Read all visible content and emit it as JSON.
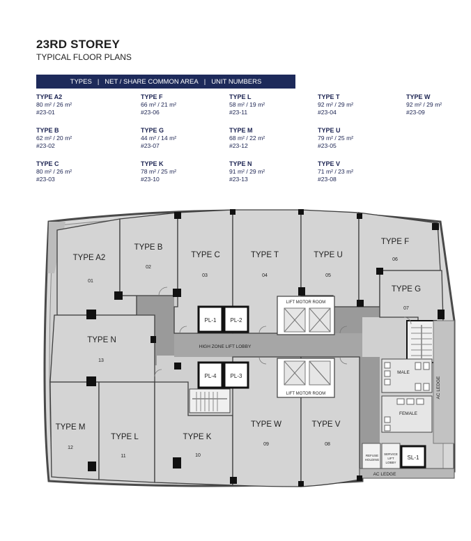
{
  "header": {
    "title": "23RD STOREY",
    "subtitle": "TYPICAL FLOOR PLANS",
    "legend_bar": [
      "TYPES",
      "NET / SHARE COMMON AREA",
      "UNIT NUMBERS"
    ],
    "legend_sep": "|"
  },
  "units": [
    {
      "type": "TYPE A2",
      "area": "80 m² / 26 m²",
      "number": "#23-01"
    },
    {
      "type": "TYPE F",
      "area": "66 m² / 21 m²",
      "number": "#23-06"
    },
    {
      "type": "TYPE L",
      "area": "58 m² / 19 m²",
      "number": "#23-11"
    },
    {
      "type": "TYPE T",
      "area": "92 m² / 29 m²",
      "number": "#23-04"
    },
    {
      "type": "TYPE W",
      "area": "92 m² / 29 m²",
      "number": "#23-09"
    },
    {
      "type": "TYPE B",
      "area": "62 m²  / 20 m²",
      "number": "#23-02"
    },
    {
      "type": "TYPE G",
      "area": "44 m² / 14 m²",
      "number": "#23-07"
    },
    {
      "type": "TYPE M",
      "area": "68 m² / 22 m²",
      "number": "#23-12"
    },
    {
      "type": "TYPE U",
      "area": "79 m² / 25 m²",
      "number": "#23-05"
    },
    {
      "type": "TYPE C",
      "area": "80 m² / 26 m²",
      "number": "#23-03"
    },
    {
      "type": "TYPE K",
      "area": "78 m² / 25 m²",
      "number": "#23-10"
    },
    {
      "type": "TYPE N",
      "area": "91 m² / 29 m²",
      "number": "#23-13"
    },
    {
      "type": "TYPE V",
      "area": "71 m² / 23 m²",
      "number": "#23-08"
    }
  ],
  "plan": {
    "rooms": [
      {
        "label": "TYPE A2",
        "num": "01"
      },
      {
        "label": "TYPE B",
        "num": "02"
      },
      {
        "label": "TYPE C",
        "num": "03"
      },
      {
        "label": "TYPE  T",
        "num": "04"
      },
      {
        "label": "TYPE U",
        "num": "05"
      },
      {
        "label": "TYPE F",
        "num": "06"
      },
      {
        "label": "TYPE G",
        "num": "07"
      },
      {
        "label": "TYPE N",
        "num": "13"
      },
      {
        "label": "TYPE M",
        "num": "12"
      },
      {
        "label": "TYPE L",
        "num": "11"
      },
      {
        "label": "TYPE K",
        "num": "10"
      },
      {
        "label": "TYPE W",
        "num": "09"
      },
      {
        "label": "TYPE V",
        "num": "08"
      }
    ],
    "lifts": [
      "PL-1",
      "PL-2",
      "PL-4",
      "PL-3",
      "SL-1"
    ],
    "labels": {
      "lobby": "HIGH ZONE LIFT LOBBY",
      "lift_motor_top": "LIFT MOTOR ROOM",
      "lift_motor_bottom": "LIFT MOTOR ROOM",
      "male": "MALE",
      "female": "FEMALE",
      "ac_ledge_side": "AC LEDGE",
      "ac_ledge_bottom": "AC LEDGE",
      "refuse_1": "REFUSE",
      "refuse_2": "HOLDING",
      "service_1": "SERVICE",
      "service_2": "LIFT",
      "service_3": "LOBBY"
    }
  }
}
